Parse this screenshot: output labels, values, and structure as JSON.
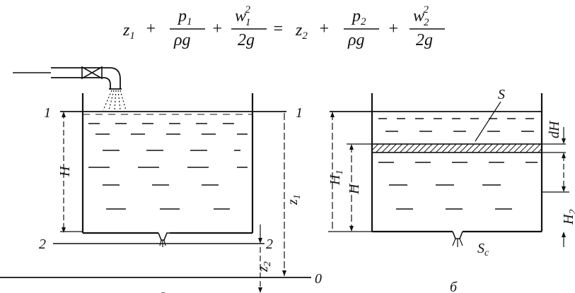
{
  "equation": {
    "lhs": {
      "z": "z",
      "z_sub": "1",
      "p": "p",
      "p_sub": "1",
      "rho_g": "ρg",
      "w": "w",
      "w_sub": "1",
      "power": "2",
      "two_g": "2g"
    },
    "rhs": {
      "z": "z",
      "z_sub": "2",
      "p": "p",
      "p_sub": "2",
      "rho_g": "ρg",
      "w": "w",
      "w_sub": "2",
      "power": "2",
      "two_g": "2g"
    },
    "plus": "+",
    "equals": "="
  },
  "figure_a": {
    "level_1_left": "1",
    "level_1_right": "1",
    "level_2_left": "2",
    "level_2_right": "2",
    "datum": "0",
    "height_H": "H",
    "z1": "z",
    "z1_sub": "1",
    "z2": "z",
    "z2_sub": "2",
    "caption": "a"
  },
  "figure_b": {
    "area_S": "S",
    "dH": "dH",
    "H1": "H",
    "H1_sub": "1",
    "H": "H",
    "H2": "H",
    "H2_sub": "2",
    "orifice": "S",
    "orifice_sub": "c",
    "caption": "б"
  }
}
